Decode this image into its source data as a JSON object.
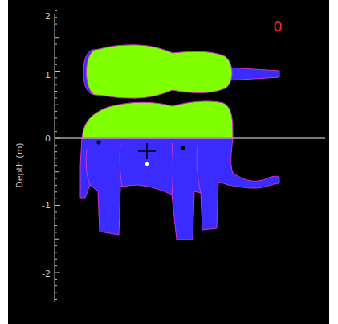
{
  "diagram": {
    "labels": [
      "2",
      "1",
      "0",
      "-1",
      "-2",
      "Depth (m)",
      "0"
    ]
  }
}
